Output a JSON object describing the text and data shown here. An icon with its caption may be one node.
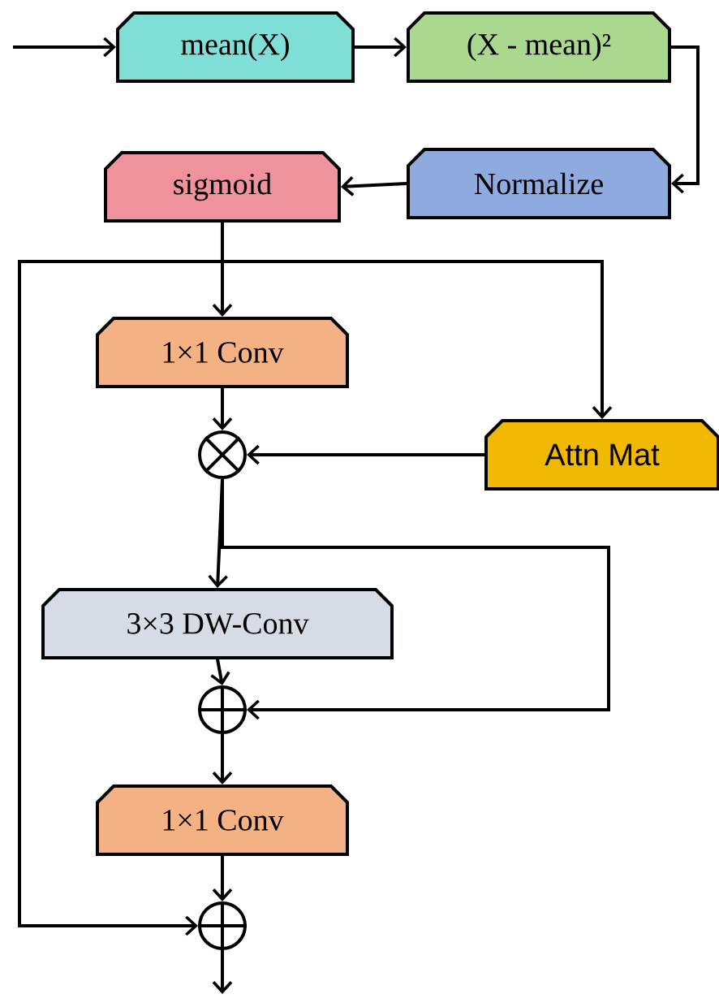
{
  "diagram": {
    "nodes": [
      {
        "text": [
          "mean(X)"
        ]
      },
      {
        "text": [
          "(X - mean)²"
        ]
      },
      {
        "text": [
          "Normalize"
        ]
      },
      {
        "text": [
          "sigmoid"
        ]
      },
      {
        "text": [
          "1×1 Conv"
        ]
      },
      {
        "text": [
          "Attn Mat"
        ]
      },
      {
        "text": [],
        "shape": "circle"
      },
      {
        "text": [
          "3×3 DW-Conv"
        ]
      },
      {
        "text": [],
        "shape": "circle"
      },
      {
        "text": [
          "1×1 Conv"
        ]
      },
      {
        "text": [],
        "shape": "circle"
      }
    ],
    "edges": [
      {
        "from": null,
        "to": 0,
        "arrow": "to"
      },
      {
        "from": 0,
        "to": 1,
        "arrow": "to"
      },
      {
        "from": 1,
        "to": 2,
        "arrow": "to"
      },
      {
        "from": 2,
        "to": 3,
        "arrow": "to"
      },
      {
        "from": 3,
        "to": 4,
        "arrow": "to"
      },
      {
        "from": 3,
        "to": 5,
        "arrow": "to"
      },
      {
        "from": 3,
        "to": 10,
        "arrow": "to"
      },
      {
        "from": 4,
        "to": 6,
        "arrow": "to"
      },
      {
        "from": 5,
        "to": 6,
        "arrow": "to"
      },
      {
        "from": 6,
        "to": 7,
        "arrow": "to"
      },
      {
        "from": 6,
        "to": 8,
        "arrow": "to"
      },
      {
        "from": 7,
        "to": 8,
        "arrow": "to"
      },
      {
        "from": 8,
        "to": 9,
        "arrow": "to"
      },
      {
        "from": 9,
        "to": 10,
        "arrow": "to"
      },
      {
        "from": 10,
        "to": null,
        "arrow": "to"
      }
    ]
  }
}
